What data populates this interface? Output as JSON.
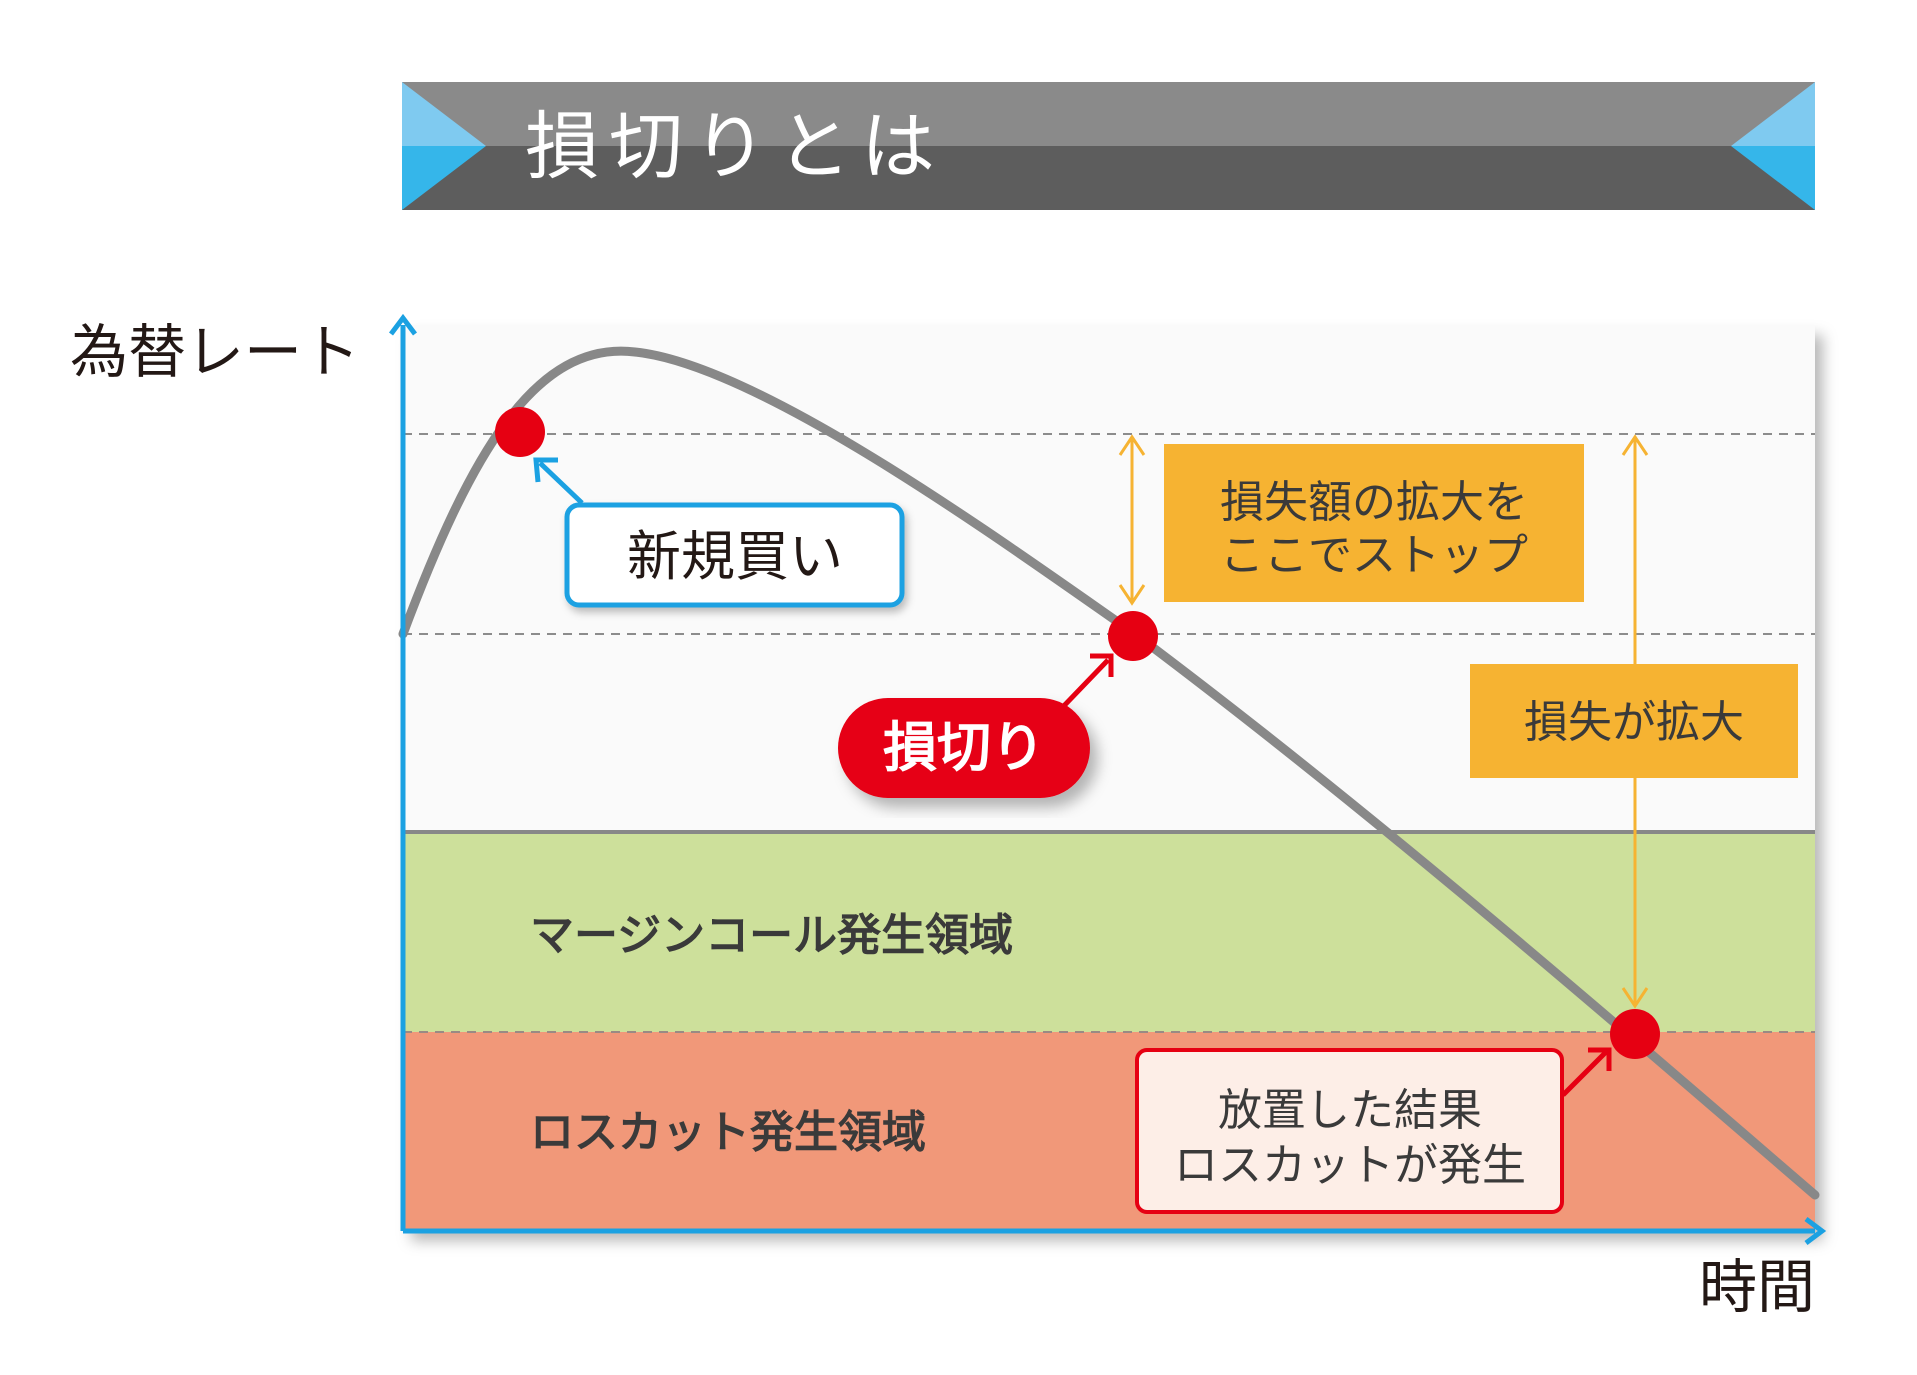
{
  "banner": {
    "title": "損切りとは",
    "colors": {
      "band_dark": "#5d5d5d",
      "band_light": "#8a8a8a",
      "accent_blue": "#35b6ea"
    }
  },
  "axes": {
    "y_label": "為替レート",
    "x_label": "時間",
    "axis_color": "#1ba1e2"
  },
  "zones": {
    "margin_call": {
      "label": "マージンコール発生領域",
      "color": "#cde09b"
    },
    "loss_cut": {
      "label": "ロスカット発生領域",
      "color": "#f19879"
    },
    "neutral_color": "#fafafa"
  },
  "callouts": {
    "new_buy": "新規買い",
    "stop_loss": "損切り",
    "stop_here": [
      "損失額の拡大を",
      "ここでストップ"
    ],
    "loss_grows": "損失が拡大",
    "left_alone": [
      "放置した結果",
      "ロスカットが発生"
    ]
  },
  "colors": {
    "curve": "#888888",
    "point": "#e60012",
    "callout_orange": "#f6b332",
    "callout_blue": "#1ba1e2",
    "callout_red": "#e60012"
  }
}
